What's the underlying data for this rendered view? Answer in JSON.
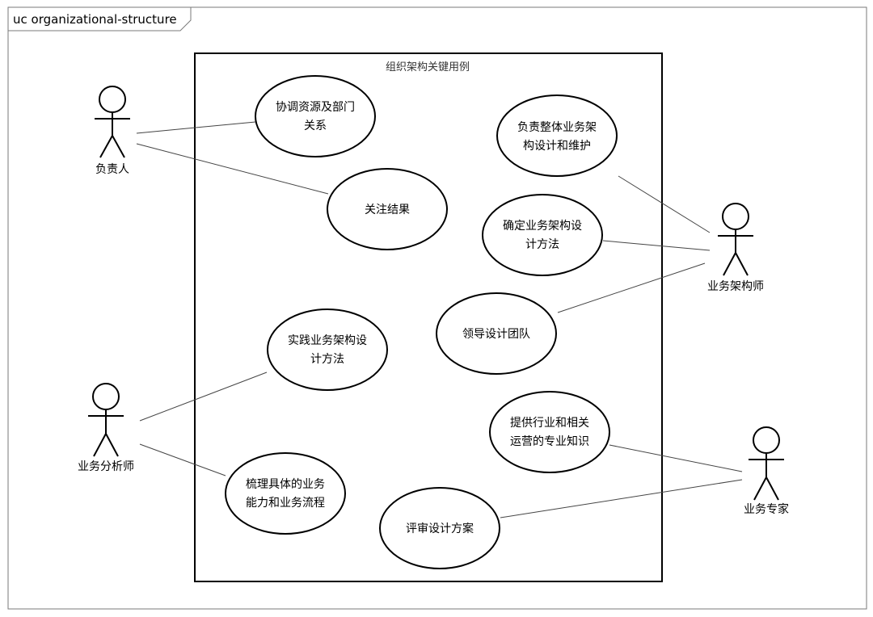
{
  "diagram": {
    "frame_title": "uc organizational-structure",
    "system_title": "组织架构关键用例"
  },
  "actors": {
    "leader": "负责人",
    "architect": "业务架构师",
    "analyst": "业务分析师",
    "expert": "业务专家"
  },
  "usecases": {
    "coordinate": [
      "协调资源及部门",
      "关系"
    ],
    "focus": [
      "关注结果"
    ],
    "overall": [
      "负责整体业务架",
      "构设计和维护"
    ],
    "method": [
      "确定业务架构设",
      "计方法"
    ],
    "lead_team": [
      "领导设计团队"
    ],
    "practice": [
      "实践业务架构设",
      "计方法"
    ],
    "industry": [
      "提供行业和相关",
      "运营的专业知识"
    ],
    "sort": [
      "梳理具体的业务",
      "能力和业务流程"
    ],
    "review": [
      "评审设计方案"
    ]
  }
}
